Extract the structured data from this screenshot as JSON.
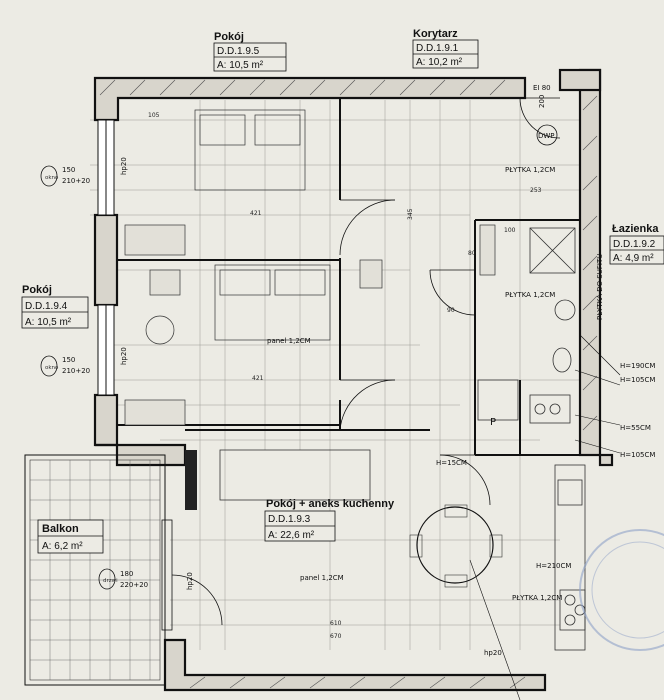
{
  "rooms": {
    "pokoj_top": {
      "name": "Pokój",
      "code": "D.D.1.9.5",
      "area": "A: 10,5 m²"
    },
    "korytarz": {
      "name": "Korytarz",
      "code": "D.D.1.9.1",
      "area": "A: 10,2 m²"
    },
    "lazienka": {
      "name": "Łazienka",
      "code": "D.D.1.9.2",
      "area": "A: 4,9 m²"
    },
    "pokoj_left": {
      "name": "Pokój",
      "code": "D.D.1.9.4",
      "area": "A: 10,5 m²"
    },
    "pokoj_aneks": {
      "name": "Pokój + aneks kuchenny",
      "code": "D.D.1.9.3",
      "area": "A: 22,6 m²"
    },
    "balkon": {
      "name": "Balkon",
      "code": "A: 6,2 m²"
    }
  },
  "annotations": {
    "window_top_num": "150",
    "window_top_size": "210+20",
    "window_mid_num": "150",
    "window_mid_size": "210+20",
    "balcony_door_num": "180",
    "balcony_door_size": "220+20",
    "okno1": "okno",
    "okno2": "okno",
    "drzwi": "drzwi",
    "hp20_a": "hp20",
    "hp20_b": "hp20",
    "hp20_c": "hp20",
    "hp20_d": "hp20",
    "ei": "EI 80",
    "ei_num": "200",
    "dwp": "DWP",
    "plytka1": "PŁYTKA 1,2CM",
    "plytka2": "PŁYTKA 1,2CM",
    "plytka3": "PŁYTKA 1,2CM",
    "plytka_sufit": "PŁYTKA DO SUFITU",
    "panel1": "panel 1,2CM",
    "panel2": "panel 1,2CM",
    "h190": "H=190CM",
    "h105a": "H=105CM",
    "h55": "H=55CM",
    "h105b": "H=105CM",
    "h15": "H=15CM",
    "h210": "H=210CM",
    "p": "P",
    "d105": "105",
    "d421a": "421",
    "d421b": "421",
    "d253": "253",
    "d345": "345",
    "d90": "90",
    "d100": "100",
    "d80": "80",
    "d610": "610",
    "d670": "670"
  }
}
